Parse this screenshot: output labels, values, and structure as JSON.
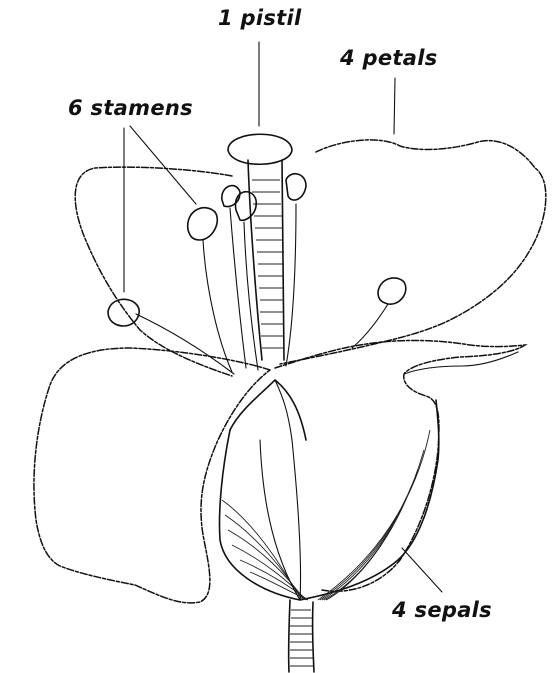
{
  "labels": {
    "pistil": "1 pistil",
    "petals": "4 petals",
    "stamens": "6 stamens",
    "sepals": "4 sepals"
  },
  "colors": {
    "line": "#111111",
    "background": "#ffffff"
  }
}
